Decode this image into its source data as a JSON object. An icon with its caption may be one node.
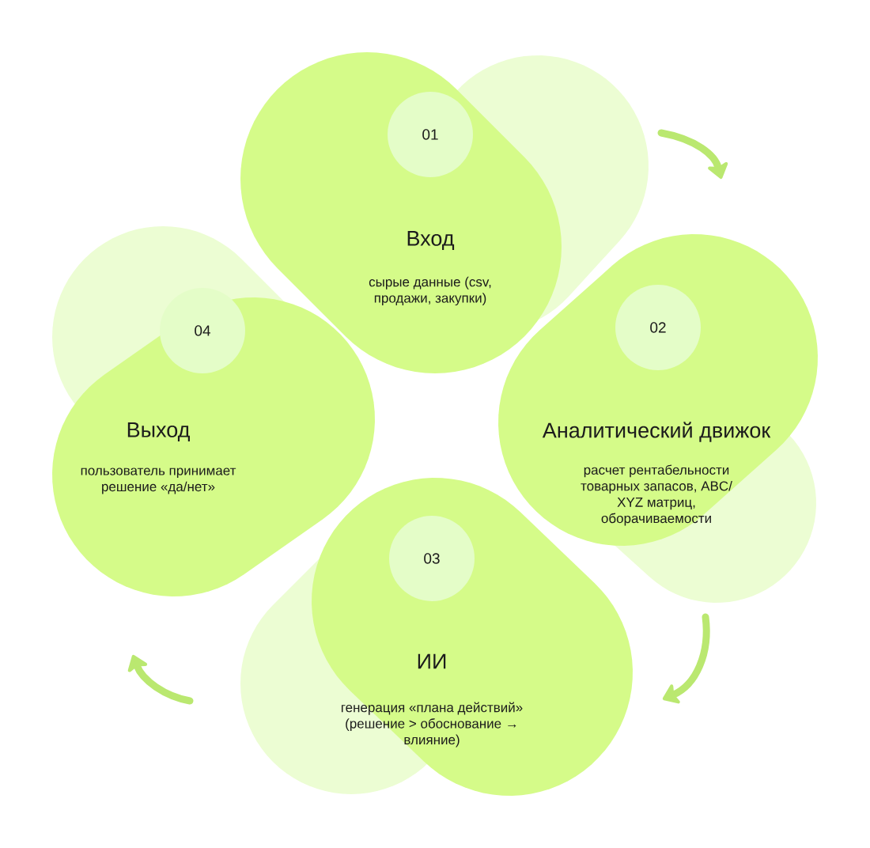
{
  "diagram": {
    "nodes": [
      {
        "text": [
          "Вход",
          "сырые данные (csv, продажи, закупки)"
        ]
      },
      {
        "text": [
          "01"
        ],
        "in": 0
      },
      {
        "text": [
          "Аналитический движок",
          "расчет рентабельности товарных запасов, ABC/XYZ матриц, оборачиваемости"
        ]
      },
      {
        "text": [
          "02"
        ],
        "in": 2
      },
      {
        "text": [
          "ИИ",
          "генерация «плана действий» (решение > обоснование → влияние)"
        ]
      },
      {
        "text": [
          "03"
        ],
        "in": 4
      },
      {
        "text": [
          "Выход",
          "пользователь принимает решение «да/нет»"
        ]
      },
      {
        "text": [
          "04"
        ],
        "in": 6
      }
    ],
    "edges": [
      {
        "from": 0,
        "to": 2,
        "arrow": "to"
      },
      {
        "from": 2,
        "to": 4,
        "arrow": "to"
      },
      {
        "from": 4,
        "to": 6,
        "arrow": "to"
      }
    ]
  }
}
